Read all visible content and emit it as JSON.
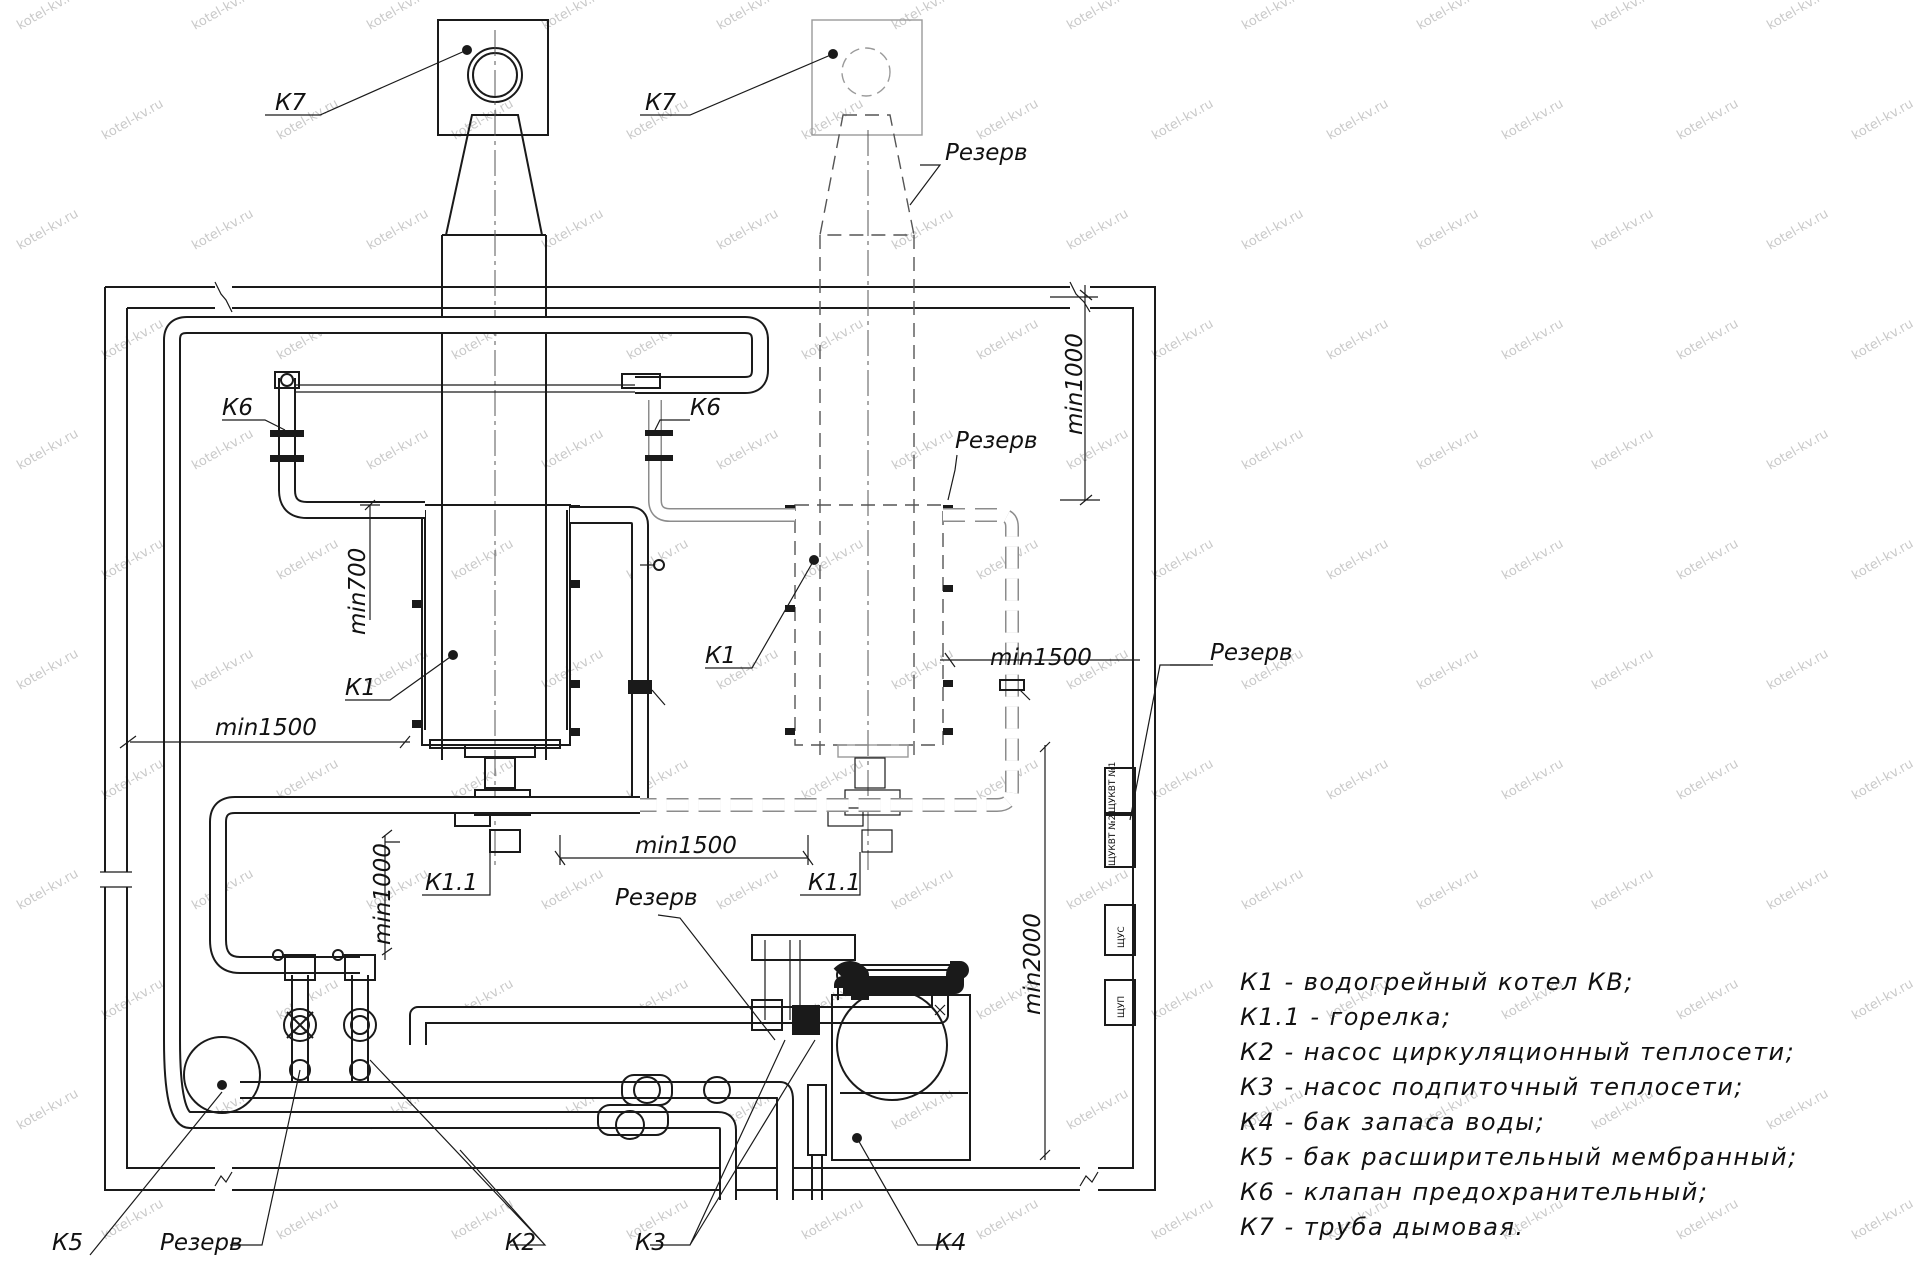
{
  "labels": {
    "k7_main": "К7",
    "k7_reserve": "К7",
    "reserve_chimney": "Резерв",
    "k6_left": "К6",
    "k6_right": "К6",
    "reserve_boiler": "Резерв",
    "k1_main": "К1",
    "k1_reserve": "К1",
    "reserve_panel": "Резерв",
    "k11_main": "К1.1",
    "k11_reserve": "К1.1",
    "reserve_pump": "Резерв",
    "k5": "К5",
    "reserve_bottom": "Резерв",
    "k2": "К2",
    "k3": "К3",
    "k4": "К4"
  },
  "dimensions": {
    "top_right": "min1000",
    "left_vertical": "min700",
    "between_boilers": "min1500",
    "right_horizontal": "min1500",
    "left_horizontal": "min1500",
    "burner_vertical": "min1000",
    "right_vertical": "min2000"
  },
  "panels": {
    "shchkvt1": "ЩУКВТ №1",
    "shchkvt2": "ЩУКВТ №2",
    "shchus": "ЩУС",
    "shchup": "ЩУП"
  },
  "legend": [
    "К1 - водогрейный котел КВ;",
    "К1.1 - горелка;",
    "К2 - насос циркуляционный теплосети;",
    "К3 - насос подпиточный теплосети;",
    "К4 - бак запаса воды;",
    "К5 - бак расширительный мембранный;",
    "К6 - клапан предохранительный;",
    "К7 - труба дымовая."
  ],
  "watermark": "kotel-kv.ru"
}
